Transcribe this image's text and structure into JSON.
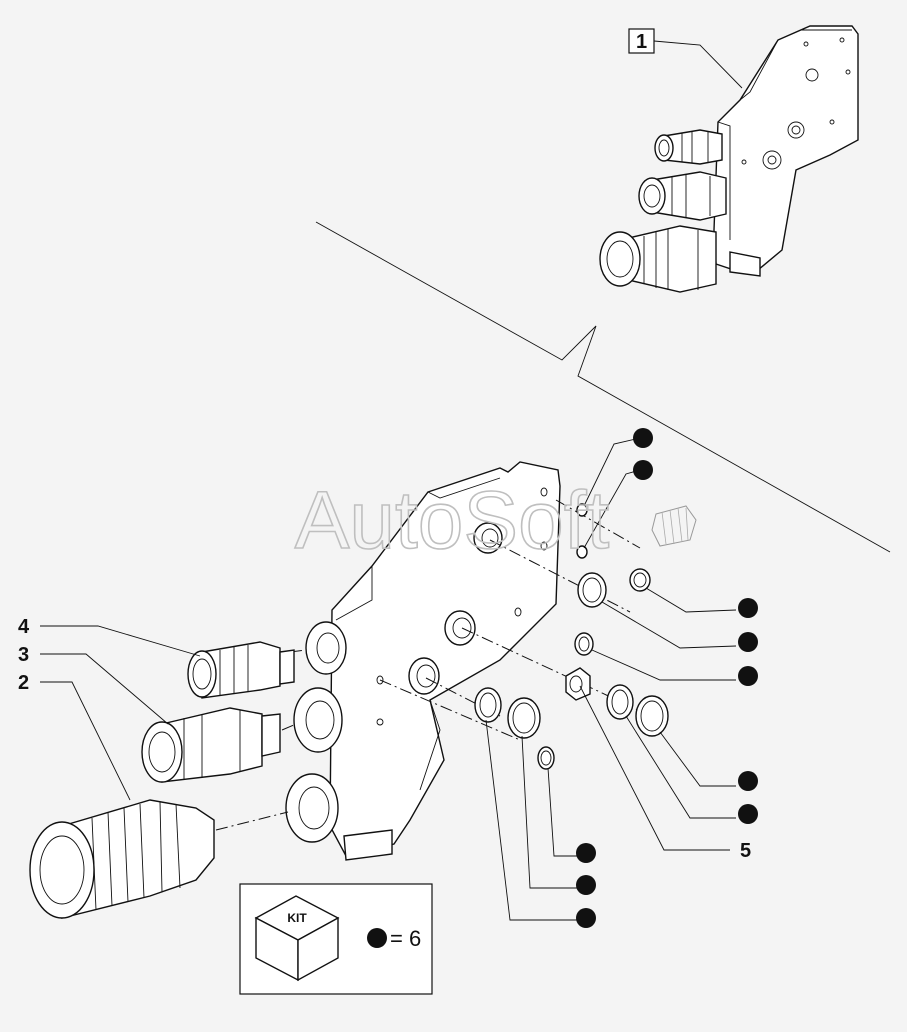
{
  "watermark": "AutoSoft",
  "callouts": {
    "c1": "1",
    "c2": "2",
    "c3": "3",
    "c4": "4",
    "c5": "5"
  },
  "kit": {
    "label": "KIT",
    "equation": "= 6"
  },
  "colors": {
    "background": "#f4f4f4",
    "line": "#111111",
    "watermark": "#bfbfbf"
  }
}
